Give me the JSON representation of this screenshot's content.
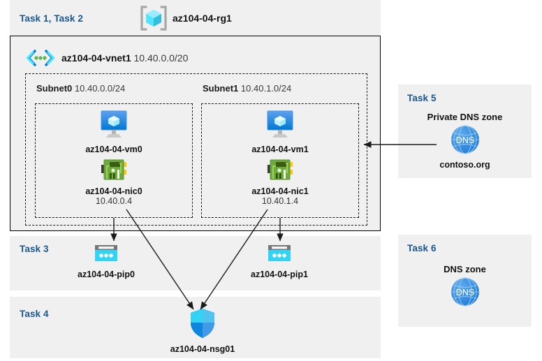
{
  "diagram": {
    "title": "Azure AZ-104 Lab 04 architecture",
    "background": "#ffffff",
    "panel_bg": "#f0f0f0",
    "task_label_color": "#19578f"
  },
  "header": {
    "task_label": "Task 1, Task 2",
    "resource_group_icon": "resource-group-icon",
    "resource_group_name": "az104-04-rg1"
  },
  "vnet": {
    "icon": "virtual-network-icon",
    "name": "az104-04-vnet1",
    "cidr": "10.40.0.0/20"
  },
  "subnets": [
    {
      "name": "Subnet0",
      "cidr": "10.40.0.0/24",
      "vm": {
        "icon": "virtual-machine-icon",
        "name": "az104-04-vm0"
      },
      "nic": {
        "icon": "network-interface-icon",
        "name": "az104-04-nic0",
        "ip": "10.40.0.4"
      }
    },
    {
      "name": "Subnet1",
      "cidr": "10.40.1.0/24",
      "vm": {
        "icon": "virtual-machine-icon",
        "name": "az104-04-vm1"
      },
      "nic": {
        "icon": "network-interface-icon",
        "name": "az104-04-nic1",
        "ip": "10.40.1.4"
      }
    }
  ],
  "task3": {
    "task_label": "Task 3",
    "pips": [
      {
        "icon": "public-ip-address-icon",
        "name": "az104-04-pip0"
      },
      {
        "icon": "public-ip-address-icon",
        "name": "az104-04-pip1"
      }
    ]
  },
  "task4": {
    "task_label": "Task 4",
    "nsg": {
      "icon": "network-security-group-icon",
      "name": "az104-04-nsg01"
    }
  },
  "task5": {
    "task_label": "Task 5",
    "heading": "Private DNS zone",
    "icon": "dns-zone-icon",
    "icon_text": "DNS",
    "name": "contoso.org"
  },
  "task6": {
    "task_label": "Task 6",
    "heading": "DNS zone",
    "icon": "dns-zone-icon",
    "icon_text": "DNS"
  },
  "connections": [
    {
      "from": "az104-04-nic0",
      "to": "az104-04-pip0",
      "style": "arrow"
    },
    {
      "from": "az104-04-nic1",
      "to": "az104-04-pip1",
      "style": "arrow"
    },
    {
      "from": "az104-04-nic0",
      "to": "az104-04-nsg01",
      "style": "arrow"
    },
    {
      "from": "az104-04-nic1",
      "to": "az104-04-nsg01",
      "style": "arrow"
    },
    {
      "from": "contoso.org",
      "to": "Subnet1",
      "style": "arrow"
    }
  ]
}
